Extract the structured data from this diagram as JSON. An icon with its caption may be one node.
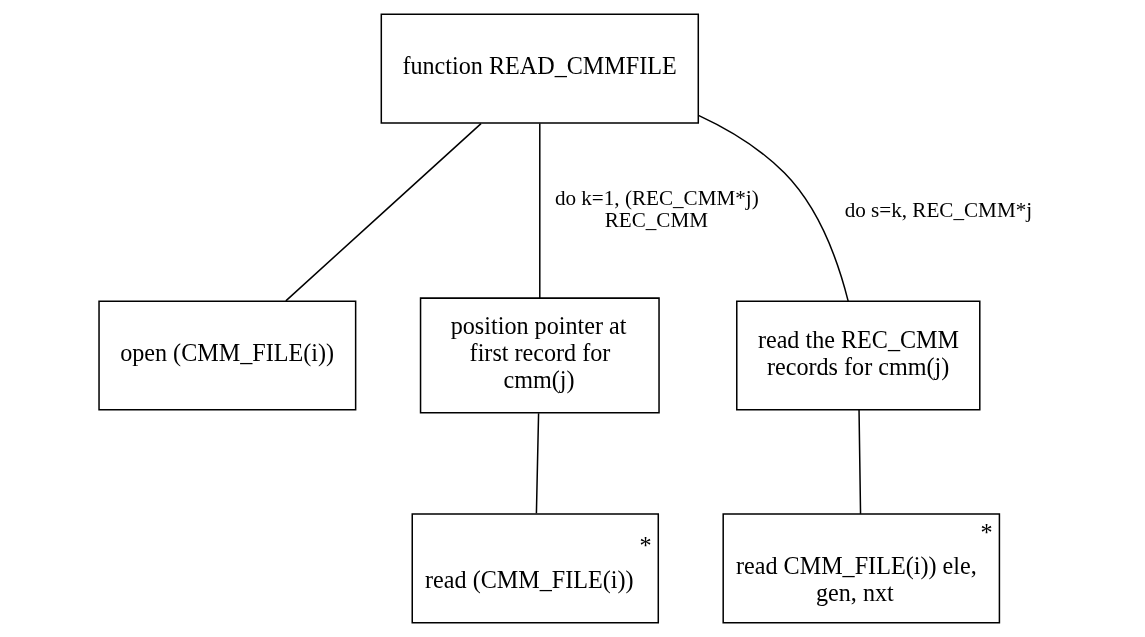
{
  "diagram": {
    "nodes": [
      {
        "text": [
          "function READ_CMMFILE"
        ]
      },
      {
        "text": [
          "open (CMM_FILE(i))"
        ]
      },
      {
        "text": [
          "position pointer at first record for cmm(j)"
        ]
      },
      {
        "text": [
          "read the REC_CMM records for cmm(j)"
        ]
      },
      {
        "text": [
          "read (CMM_FILE(i))",
          "*"
        ]
      },
      {
        "text": [
          "read CMM_FILE(i)) ele, gen, nxt",
          "*"
        ]
      }
    ],
    "edges": [
      {
        "from": 0,
        "to": 1,
        "arrow": "none"
      },
      {
        "from": 0,
        "to": 2,
        "arrow": "none",
        "label": "do k=1, (REC_CMM*j) REC_CMM"
      },
      {
        "from": 0,
        "to": 3,
        "arrow": "none",
        "label": "do s=k, REC_CMM*j"
      },
      {
        "from": 2,
        "to": 4,
        "arrow": "none"
      },
      {
        "from": 3,
        "to": 5,
        "arrow": "none"
      }
    ]
  }
}
